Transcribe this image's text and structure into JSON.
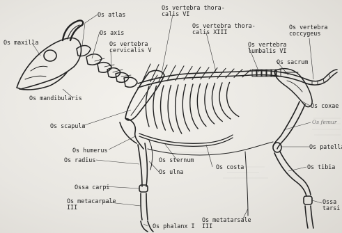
{
  "figure": {
    "labels": {
      "atlas": "Os atlas",
      "vertebra_thoracalis_vi": "Os vertebra thora-\ncalis VI",
      "vertebra_thoracalis_xiii": "Os vertebra thora-\ncalis XIII",
      "vertebra_coccygeus": "Os vertebra\ncoccygeus",
      "maxilla": "Os maxilla",
      "axis": "Os axis",
      "vertebra_cervicalis_v": "Os vertebra\ncervicalis V",
      "vertebra_lumbalis_vi": "Os vertebra\nlumbalis VI",
      "sacrum": "Os sacrum",
      "mandibularis": "Os mandibularis",
      "coxae": "Os coxae",
      "scapula": "Os scapula",
      "femur": "Os femur",
      "humerus": "Os humerus",
      "patella": "Os patella",
      "radius": "Os radius",
      "sternum": "Os sternum",
      "tibia": "Os tibia",
      "ulna": "Os ulna",
      "costa": "Os costa",
      "carpi": "Ossa carpi",
      "metacarpale_iii": "Os metacarpale\nIII",
      "tarsi": "Ossa\ntarsi",
      "metatarsale_iii": "Os metatarsale\nIII",
      "phalanx_i": "Os phalanx I"
    }
  }
}
